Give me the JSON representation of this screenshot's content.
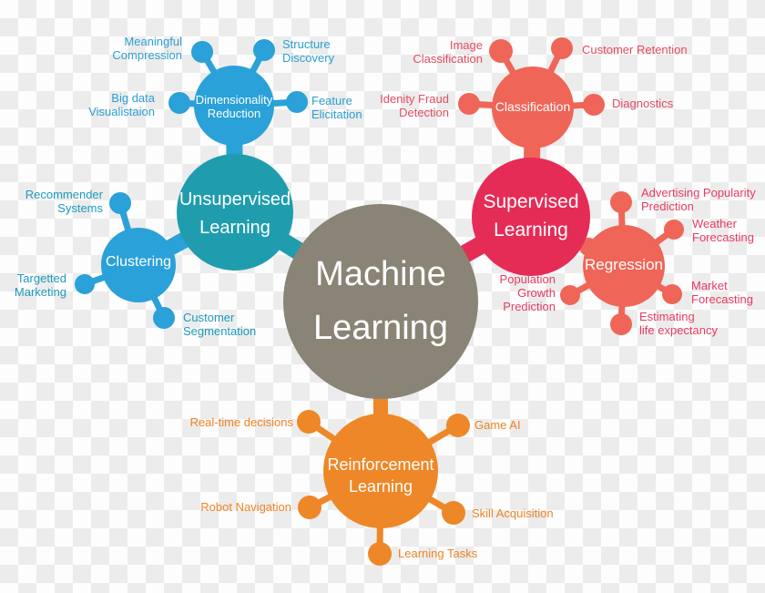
{
  "diagram_title": "Machine Learning",
  "colors": {
    "blue": "#2aa1d8",
    "teal": "#1f9dae",
    "pink": "#e52c56",
    "salmon": "#ef6557",
    "orange": "#ee8727",
    "grey": "#8a8476",
    "label_blue": "#2c9fd2",
    "label_teal": "#1d9abc",
    "label_red": "#e34b60",
    "label_crimson": "#e73a60",
    "label_orange": "#ee8425",
    "checker_light": "#fdfdfd",
    "checker_dark": "#ececec",
    "node_text": "#ffffff"
  },
  "nodes": {
    "machine_learning": {
      "line1": "Machine",
      "line2": "Learning"
    },
    "unsupervised": {
      "line1": "Unsupervised",
      "line2": "Learning"
    },
    "supervised": {
      "line1": "Supervised",
      "line2": "Learning"
    },
    "reinforcement": {
      "line1": "Reinforcement",
      "line2": "Learning"
    },
    "dimensionality": {
      "line1": "Dimensionality",
      "line2": "Reduction"
    },
    "clustering": {
      "line1": "Clustering"
    },
    "classification": {
      "line1": "Classification"
    },
    "regression": {
      "line1": "Regression"
    }
  },
  "labels": {
    "meaningful": {
      "l1": "Meaningful",
      "l2": "Compression"
    },
    "structure": {
      "l1": "Structure",
      "l2": "Discovery"
    },
    "bigdata": {
      "l1": "Big data",
      "l2": "Visualistaion"
    },
    "feature": {
      "l1": "Feature",
      "l2": "Elicitation"
    },
    "recommender": {
      "l1": "Recommender",
      "l2": "Systems"
    },
    "targetted": {
      "l1": "Targetted",
      "l2": "Marketing"
    },
    "segmentation": {
      "l1": "Customer",
      "l2": "Segmentation"
    },
    "image": {
      "l1": "Image",
      "l2": "Classification"
    },
    "retention": {
      "l1": "Customer Retention"
    },
    "fraud": {
      "l1": "Idenity Fraud",
      "l2": "Detection"
    },
    "diagnostics": {
      "l1": "Diagnostics"
    },
    "advertising": {
      "l1": "Advertising Popularity",
      "l2": "Prediction"
    },
    "weather": {
      "l1": "Weather",
      "l2": "Forecasting"
    },
    "population": {
      "l1": "Population",
      "l2": "Growth",
      "l3": "Prediction"
    },
    "market": {
      "l1": "Market",
      "l2": "Forecasting"
    },
    "estimating": {
      "l1": "Estimating",
      "l2": "life expectancy"
    },
    "realtime": {
      "l1": "Real-time decisions"
    },
    "gameai": {
      "l1": "Game AI"
    },
    "robot": {
      "l1": "Robot Navigation"
    },
    "skill": {
      "l1": "Skill Acquisition"
    },
    "tasks": {
      "l1": "Learning Tasks"
    }
  }
}
